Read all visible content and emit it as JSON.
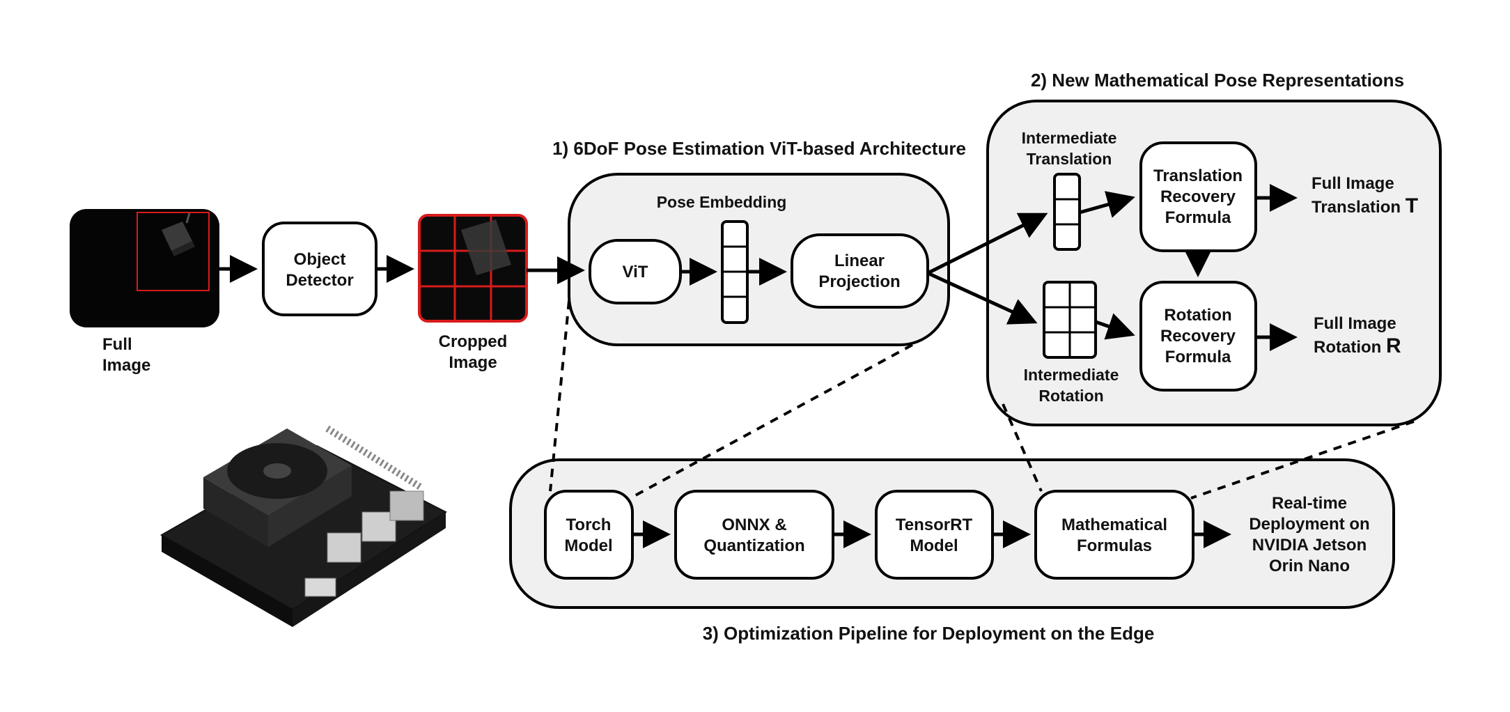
{
  "sections": {
    "s1_title": "1) 6DoF Pose Estimation ViT-based Architecture",
    "s2_title": "2) New Mathematical Pose Representations",
    "s3_title": "3) Optimization Pipeline for Deployment on the Edge"
  },
  "inputs": {
    "full_image": [
      "Full",
      "Image"
    ],
    "cropped_image": [
      "Cropped",
      "Image"
    ],
    "object_detector": [
      "Object",
      "Detector"
    ]
  },
  "architecture": {
    "pose_embedding": "Pose Embedding",
    "vit": "ViT",
    "linear_projection": [
      "Linear",
      "Projection"
    ]
  },
  "representations": {
    "intermediate_translation": [
      "Intermediate",
      "Translation"
    ],
    "intermediate_rotation": [
      "Intermediate",
      "Rotation"
    ],
    "translation_recovery": [
      "Translation",
      "Recovery",
      "Formula"
    ],
    "rotation_recovery": [
      "Rotation",
      "Recovery",
      "Formula"
    ],
    "full_translation": [
      "Full Image",
      "Translation",
      "T"
    ],
    "full_rotation": [
      "Full Image",
      "Rotation",
      "R"
    ]
  },
  "pipeline": {
    "torch_model": [
      "Torch",
      "Model"
    ],
    "onnx": [
      "ONNX &",
      "Quantization"
    ],
    "tensorrt": [
      "TensorRT",
      "Model"
    ],
    "math_formulas": [
      "Mathematical",
      "Formulas"
    ],
    "deployment": [
      "Real-time",
      "Deployment on",
      "NVIDIA Jetson",
      "Orin Nano"
    ]
  }
}
